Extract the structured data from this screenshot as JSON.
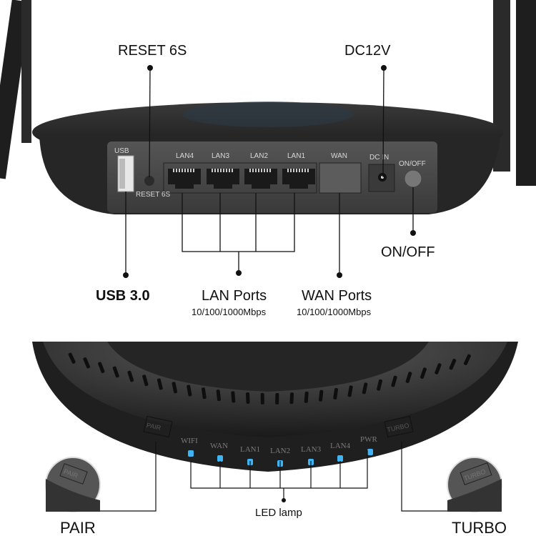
{
  "callouts": {
    "reset": "RESET 6S",
    "dc": "DC12V",
    "usb": "USB 3.0",
    "lan": "LAN Ports",
    "lan_speed": "10/100/1000Mbps",
    "wan": "WAN Ports",
    "wan_speed": "10/100/1000Mbps",
    "onoff": "ON/OFF",
    "pair": "PAIR",
    "turbo": "TURBO",
    "led_lamp": "LED lamp"
  },
  "panel_labels": {
    "usb": "USB",
    "reset": "RESET 6S",
    "lan4": "LAN4",
    "lan3": "LAN3",
    "lan2": "LAN2",
    "lan1": "LAN1",
    "wan": "WAN",
    "dc_in": "DC IN",
    "onoff": "ON/OFF"
  },
  "led_labels": [
    "WIFI",
    "WAN",
    "LAN1",
    "LAN2",
    "LAN3",
    "LAN4",
    "PWR"
  ],
  "button_labels": {
    "pair": "PAIR",
    "turbo": "TURBO"
  },
  "colors": {
    "led": "#3fb4f5",
    "body": "#2a2a2a",
    "panel": "#4a4a4a"
  }
}
